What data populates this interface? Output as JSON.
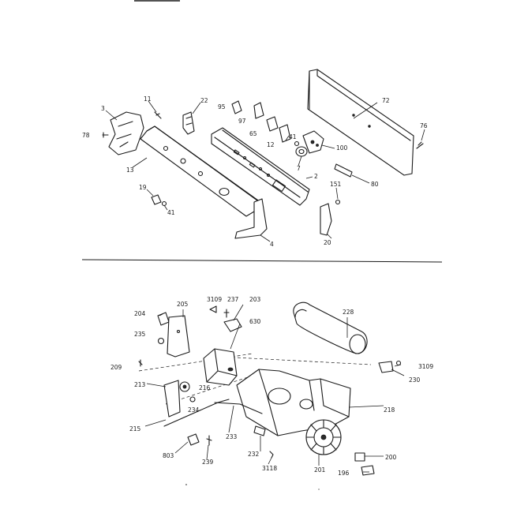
{
  "diagram": {
    "callouts": [
      {
        "id": "c3",
        "text": "3"
      },
      {
        "id": "c11",
        "text": "11"
      },
      {
        "id": "c22",
        "text": "22"
      },
      {
        "id": "c78",
        "text": "78"
      },
      {
        "id": "c13",
        "text": "13"
      },
      {
        "id": "c19",
        "text": "19"
      },
      {
        "id": "c41a",
        "text": "41"
      },
      {
        "id": "c95",
        "text": "95"
      },
      {
        "id": "c97",
        "text": "97"
      },
      {
        "id": "c65",
        "text": "65"
      },
      {
        "id": "c12",
        "text": "12"
      },
      {
        "id": "c41b",
        "text": "41"
      },
      {
        "id": "c7",
        "text": "7"
      },
      {
        "id": "c100",
        "text": "100"
      },
      {
        "id": "c72",
        "text": "72"
      },
      {
        "id": "c76",
        "text": "76"
      },
      {
        "id": "c2",
        "text": "2"
      },
      {
        "id": "c151",
        "text": "151"
      },
      {
        "id": "c80",
        "text": "80"
      },
      {
        "id": "c20",
        "text": "20"
      },
      {
        "id": "c4",
        "text": "4"
      },
      {
        "id": "c204",
        "text": "204"
      },
      {
        "id": "c205",
        "text": "205"
      },
      {
        "id": "c3109a",
        "text": "3109"
      },
      {
        "id": "c237",
        "text": "237"
      },
      {
        "id": "c203",
        "text": "203"
      },
      {
        "id": "c630",
        "text": "630"
      },
      {
        "id": "c228",
        "text": "228"
      },
      {
        "id": "c235",
        "text": "235"
      },
      {
        "id": "c209",
        "text": "209"
      },
      {
        "id": "c3109b",
        "text": "3109"
      },
      {
        "id": "c230",
        "text": "230"
      },
      {
        "id": "c213",
        "text": "213"
      },
      {
        "id": "c216",
        "text": "216"
      },
      {
        "id": "c234",
        "text": "234"
      },
      {
        "id": "c218",
        "text": "218"
      },
      {
        "id": "c215",
        "text": "215"
      },
      {
        "id": "c233",
        "text": "233"
      },
      {
        "id": "c232",
        "text": "232"
      },
      {
        "id": "c200",
        "text": "200"
      },
      {
        "id": "c803",
        "text": "803"
      },
      {
        "id": "c239",
        "text": "239"
      },
      {
        "id": "c3118",
        "text": "3118"
      },
      {
        "id": "c201",
        "text": "201"
      },
      {
        "id": "c196",
        "text": "196"
      }
    ]
  }
}
